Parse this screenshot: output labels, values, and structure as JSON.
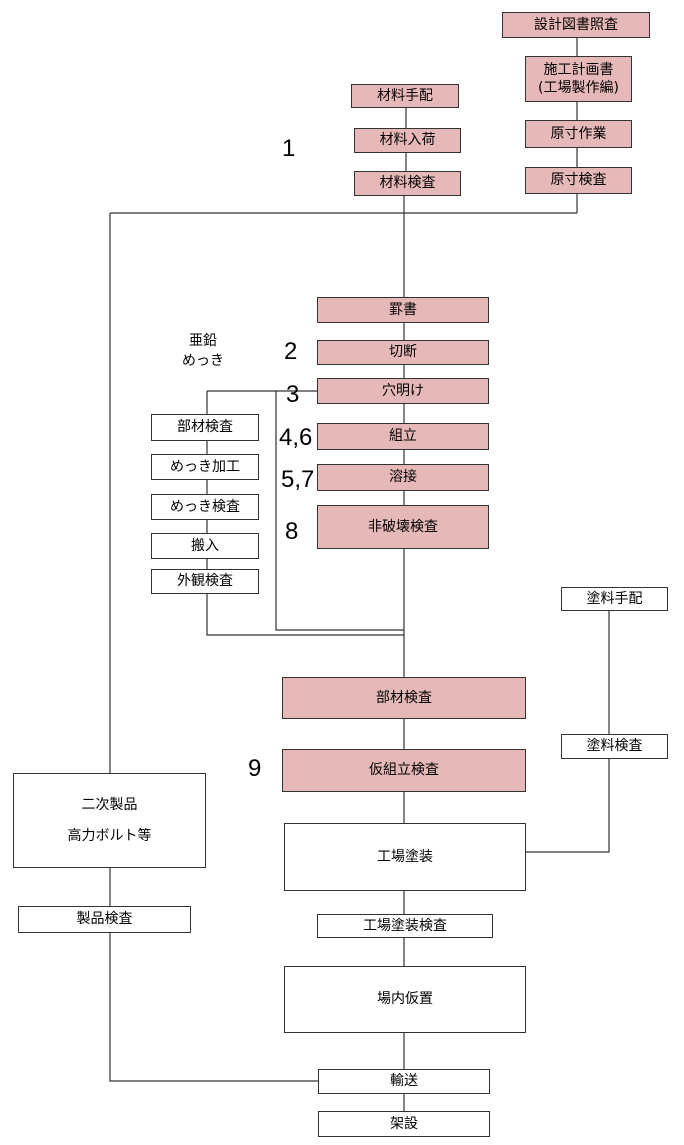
{
  "colors": {
    "process_fill": "#e6b9b8",
    "plain_fill": "#ffffff",
    "line": "#333333"
  },
  "steps": {
    "design_check": "設計図書照査",
    "work_plan_1": "施工計画書",
    "work_plan_2": "(工場製作編)",
    "full_scale": "原寸作業",
    "full_scale_check": "原寸検査",
    "material_order": "材料手配",
    "material_arrival": "材料入荷",
    "material_check": "材料検査",
    "marking": "罫書",
    "cutting": "切断",
    "drilling": "穴明け",
    "assembly": "組立",
    "welding": "溶接",
    "ndt": "非破壊検査",
    "member_check": "部材検査",
    "trial_assembly": "仮組立検査",
    "factory_painting": "工場塗装",
    "factory_painting_check": "工場塗装検査",
    "yard_storage": "場内仮置",
    "transport": "輸送",
    "erection": "架設"
  },
  "galvanizing": {
    "title_1": "亜鉛",
    "title_2": "めっき",
    "member_check": "部材検査",
    "plating": "めっき加工",
    "plating_check": "めっき検査",
    "carry_in": "搬入",
    "appearance_check": "外観検査"
  },
  "paint": {
    "order": "塗料手配",
    "check": "塗料検査"
  },
  "secondary": {
    "line_1": "二次製品",
    "line_2": "高力ボルト等",
    "check": "製品検査"
  },
  "step_numbers": {
    "n1": "1",
    "n2": "2",
    "n3": "3",
    "n4": "4,6",
    "n5": "5,7",
    "n8": "8",
    "n9": "9"
  }
}
